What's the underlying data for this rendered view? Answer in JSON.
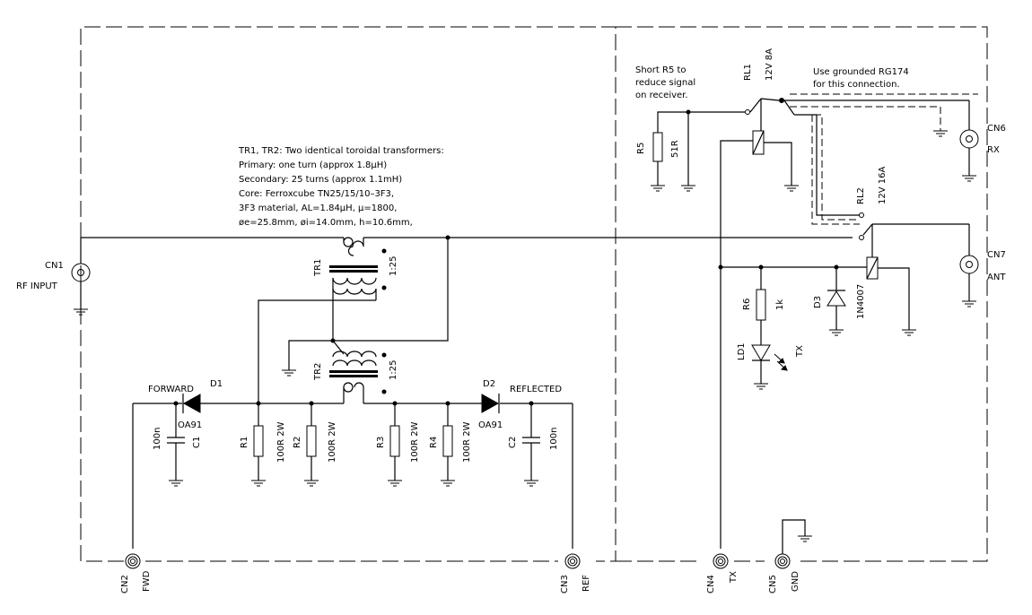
{
  "notes": {
    "transformer_lines": [
      "TR1, TR2: Two identical toroidal transformers:",
      "Primary: one turn (approx 1.8µH)",
      "Secondary: 25 turns (approx 1.1mH)",
      "Core: Ferroxcube TN25/15/10–3F3,",
      "3F3 material, AL=1.84µH, µ=1800,",
      "øe=25.8mm, øi=14.0mm, h=10.6mm,"
    ],
    "r5_lines": [
      "Short R5 to",
      "reduce signal",
      "on receiver."
    ],
    "rg174_lines": [
      "Use grounded RG174",
      "for this connection."
    ]
  },
  "connectors": {
    "cn1": {
      "ref": "CN1",
      "label": "RF INPUT"
    },
    "cn2": {
      "ref": "CN2",
      "label": "FWD"
    },
    "cn3": {
      "ref": "CN3",
      "label": "REF"
    },
    "cn4": {
      "ref": "CN4",
      "label": "TX"
    },
    "cn5": {
      "ref": "CN5",
      "label": "GND"
    },
    "cn6": {
      "ref": "CN6",
      "label": "RX"
    },
    "cn7": {
      "ref": "CN7",
      "label": "ANT"
    }
  },
  "transformers": {
    "tr1": {
      "ref": "TR1",
      "ratio": "1:25"
    },
    "tr2": {
      "ref": "TR2",
      "ratio": "1:25"
    }
  },
  "diodes": {
    "d1": {
      "ref": "D1",
      "value": "OA91",
      "label": "FORWARD"
    },
    "d2": {
      "ref": "D2",
      "value": "OA91",
      "label": "REFLECTED"
    },
    "d3": {
      "ref": "D3",
      "value": "1N4007"
    },
    "ld1": {
      "ref": "LD1",
      "value": "TX"
    }
  },
  "capacitors": {
    "c1": {
      "ref": "C1",
      "value": "100n"
    },
    "c2": {
      "ref": "C2",
      "value": "100n"
    }
  },
  "resistors": {
    "r1": {
      "ref": "R1",
      "value": "100R 2W"
    },
    "r2": {
      "ref": "R2",
      "value": "100R 2W"
    },
    "r3": {
      "ref": "R3",
      "value": "100R 2W"
    },
    "r4": {
      "ref": "R4",
      "value": "100R 2W"
    },
    "r5": {
      "ref": "R5",
      "value": "51R"
    },
    "r6": {
      "ref": "R6",
      "value": "1k"
    }
  },
  "relays": {
    "rl1": {
      "ref": "RL1",
      "value": "12V 8A"
    },
    "rl2": {
      "ref": "RL2",
      "value": "12V 16A"
    }
  }
}
